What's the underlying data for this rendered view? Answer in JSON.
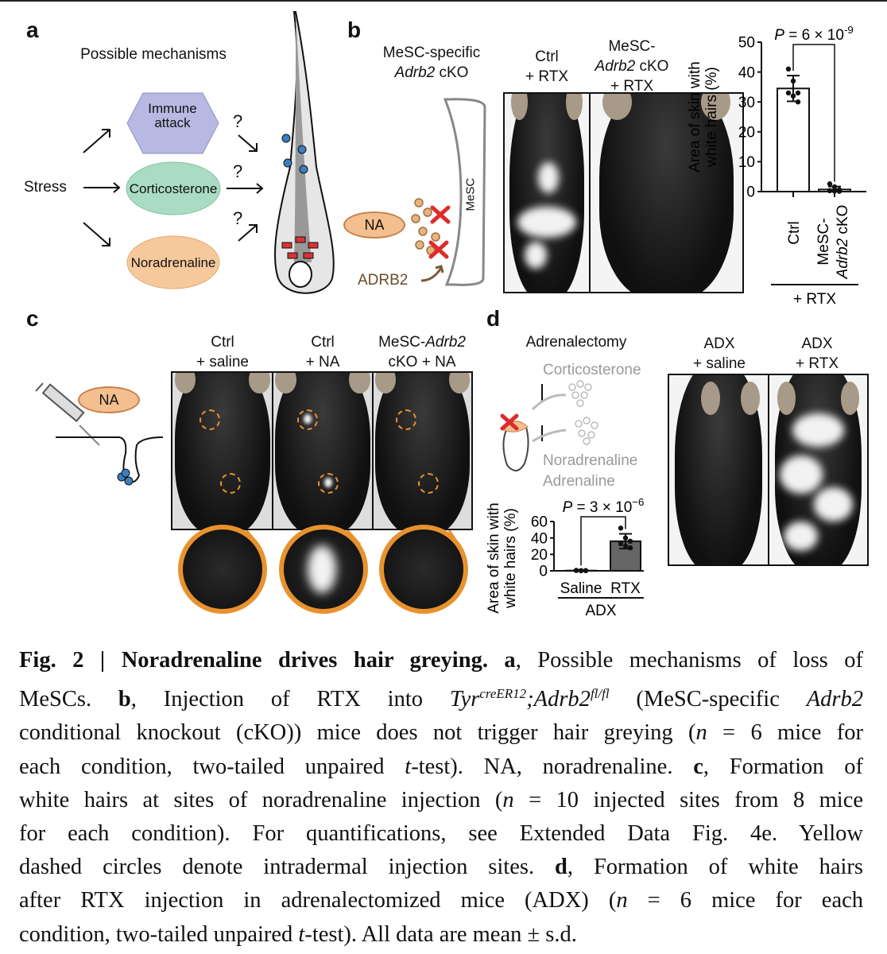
{
  "panels": {
    "a": {
      "label": "a",
      "title": "Possible mechanisms",
      "stress": "Stress",
      "immune": [
        "Immune",
        "attack"
      ],
      "corticosterone": "Corticosterone",
      "noradrenaline": "Noradrenaline",
      "question": "?"
    },
    "b": {
      "label": "b",
      "title_line1": "MeSC-specific",
      "title_line2_italic": "Adrb2",
      "title_line2_rest": " cKO",
      "na": "NA",
      "mesc": "MeSC",
      "adrb2": "ADRB2",
      "photo_labels": [
        {
          "l1": "Ctrl",
          "l2": "+ RTX"
        },
        {
          "l1": "MeSC-",
          "l2i": "Adrb2",
          "l2r": " cKO",
          "l3": "+ RTX"
        }
      ]
    },
    "c": {
      "label": "c",
      "na": "NA",
      "photo_labels": [
        {
          "l1": "Ctrl",
          "l2": "+ saline"
        },
        {
          "l1": "Ctrl",
          "l2": "+ NA"
        },
        {
          "l1a": "MeSC-",
          "l1i": "Adrb2",
          "l2": "cKO + NA"
        }
      ]
    },
    "d": {
      "label": "d",
      "title": "Adrenalectomy",
      "corticosterone": "Corticosterone",
      "noradrenaline": "Noradrenaline",
      "adrenaline": "Adrenaline",
      "photo_labels": [
        {
          "l1": "ADX",
          "l2": "+ saline"
        },
        {
          "l1": "ADX",
          "l2": "+ RTX"
        }
      ]
    }
  },
  "chart_data": [
    {
      "id": "b",
      "type": "bar",
      "categories": [
        "Ctrl",
        "MeSC-Adrb2 cKO"
      ],
      "category_label_parts": [
        {
          "plain": "Ctrl"
        },
        {
          "l1": "MeSC-",
          "l2i": "Adrb2",
          "l2r": " cKO"
        }
      ],
      "group_label": "+ RTX",
      "values": [
        34.5,
        0.7
      ],
      "sd": [
        4.3,
        1.0
      ],
      "points": [
        [
          41,
          37,
          33,
          33,
          32,
          30
        ],
        [
          2.6,
          1.6,
          0.6,
          0.3,
          0.2,
          0.1
        ]
      ],
      "bar_colors": [
        "#ffffff",
        "#ffffff"
      ],
      "ylabel_lines": [
        "Area of skin with",
        "white hairs (%)"
      ],
      "ylim": [
        0,
        50
      ],
      "yticks": [
        0,
        10,
        20,
        30,
        40,
        50
      ],
      "pvalue": {
        "prefix": "P",
        "text": " = 6 × 10",
        "exp": "-9"
      }
    },
    {
      "id": "d",
      "type": "bar",
      "categories": [
        "Saline",
        "RTX"
      ],
      "group_label": "ADX",
      "values": [
        0.3,
        36
      ],
      "sd": [
        0.3,
        9
      ],
      "points": [
        [
          0.5,
          0.3,
          0.2,
          0.4,
          0.1,
          0.3
        ],
        [
          52,
          40,
          36,
          33,
          30,
          28
        ]
      ],
      "bar_colors": [
        "#ffffff",
        "#666666"
      ],
      "ylabel_lines": [
        "Area of skin with",
        "white hairs (%)"
      ],
      "ylim": [
        0,
        60
      ],
      "yticks": [
        0,
        20,
        40,
        60
      ],
      "pvalue": {
        "prefix": "P",
        "text": " = 3 × 10",
        "exp": "−6"
      }
    }
  ],
  "caption": [
    [
      {
        "s": "b",
        "t": "Fig. 2 | Noradrenaline drives hair greying. a"
      },
      {
        "s": "",
        "t": ", Possible mechanisms of loss of"
      }
    ],
    [
      {
        "s": "",
        "t": "MeSCs. "
      },
      {
        "s": "b",
        "t": "b"
      },
      {
        "s": "",
        "t": ", Injection of RTX into "
      },
      {
        "s": "i",
        "t": "Tyr"
      },
      {
        "s": "sup",
        "t": "creER12"
      },
      {
        "s": "i",
        "t": ";Adrb2"
      },
      {
        "s": "sup",
        "t": "fl/fl"
      },
      {
        "s": "",
        "t": " (MeSC-specific "
      },
      {
        "s": "i",
        "t": "Adrb2"
      }
    ],
    [
      {
        "s": "",
        "t": "conditional knockout (cKO)) mice does not trigger hair greying ("
      },
      {
        "s": "i",
        "t": "n"
      },
      {
        "s": "",
        "t": " = 6 mice for"
      }
    ],
    [
      {
        "s": "",
        "t": "each condition, two-tailed unpaired "
      },
      {
        "s": "i",
        "t": "t"
      },
      {
        "s": "",
        "t": "-test). NA, noradrenaline. "
      },
      {
        "s": "b",
        "t": "c"
      },
      {
        "s": "",
        "t": ", Formation of"
      }
    ],
    [
      {
        "s": "",
        "t": "white hairs at sites of noradrenaline injection ("
      },
      {
        "s": "i",
        "t": "n"
      },
      {
        "s": "",
        "t": " = 10 injected sites from 8 mice"
      }
    ],
    [
      {
        "s": "",
        "t": "for each condition). For quantifications, see Extended Data Fig. 4e. Yellow"
      }
    ],
    [
      {
        "s": "",
        "t": "dashed circles denote intradermal injection sites. "
      },
      {
        "s": "b",
        "t": "d"
      },
      {
        "s": "",
        "t": ", Formation of white hairs"
      }
    ],
    [
      {
        "s": "",
        "t": "after RTX injection in adrenalectomized mice (ADX) ("
      },
      {
        "s": "i",
        "t": "n"
      },
      {
        "s": "",
        "t": " = 6 mice for each"
      }
    ],
    [
      {
        "s": "",
        "t": "condition, two-tailed unpaired "
      },
      {
        "s": "i",
        "t": "t"
      },
      {
        "s": "",
        "t": "-test). All data are mean ± s.d."
      }
    ]
  ]
}
